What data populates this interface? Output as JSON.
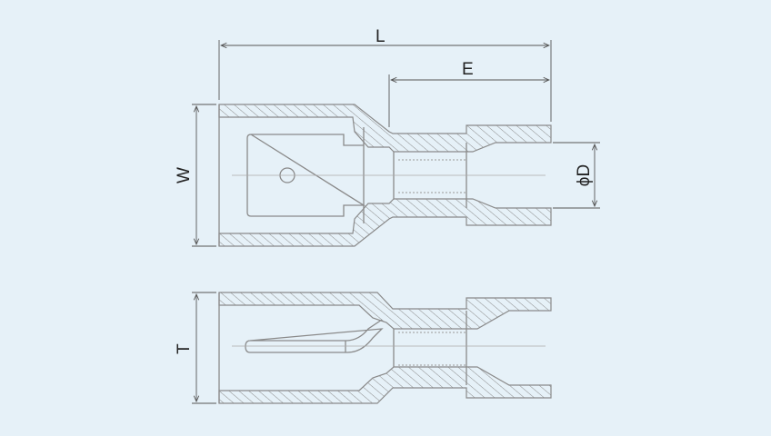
{
  "drawing": {
    "dimensions": {
      "length": "L",
      "end_length": "E",
      "width": "W",
      "diameter": "ϕD",
      "thickness": "T"
    }
  },
  "colors": {
    "background": "#e6f1f8",
    "line": "#8a8a8a",
    "dimension": "#555555",
    "text": "#222222"
  }
}
